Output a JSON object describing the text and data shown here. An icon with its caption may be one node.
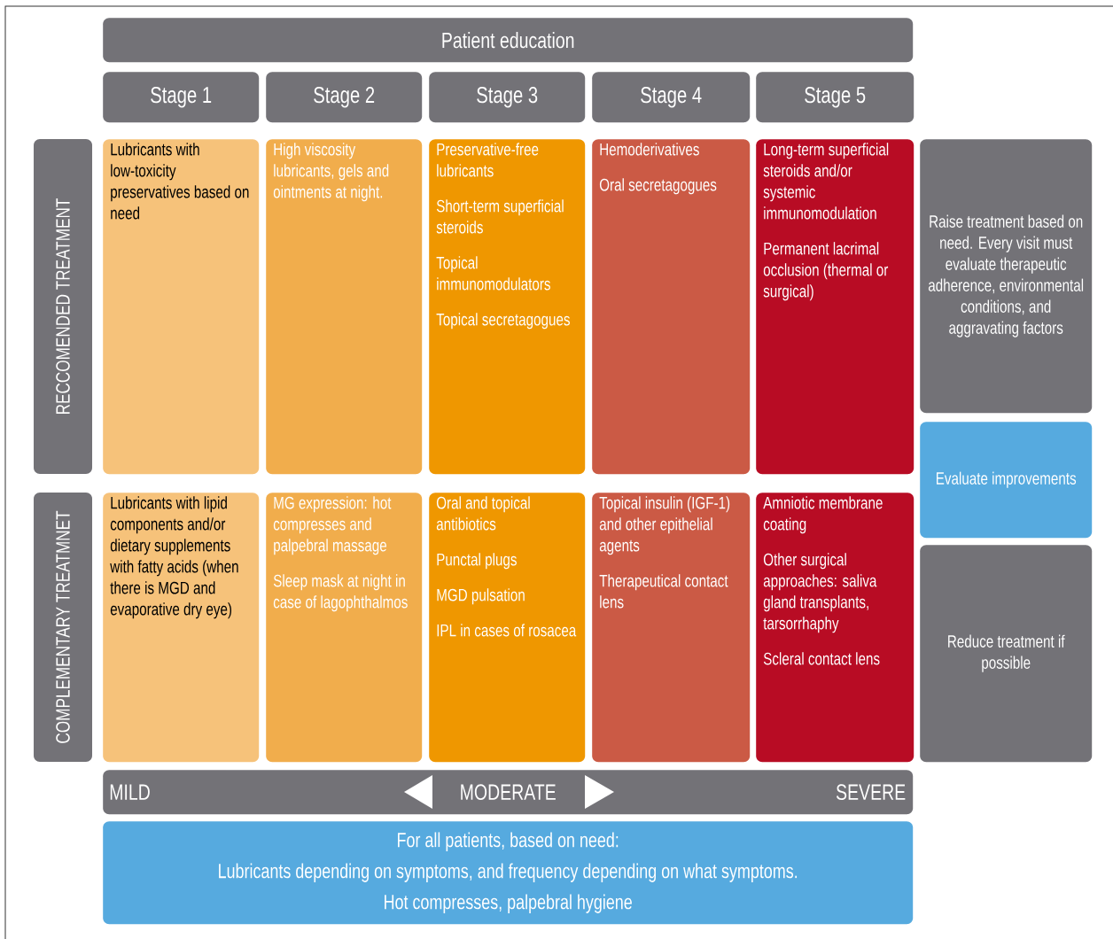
{
  "diagram": {
    "nodes": [
      {
        "text": [
          "Patient education"
        ]
      },
      {
        "text": [
          "Stage 1"
        ]
      },
      {
        "text": [
          "Stage 2"
        ]
      },
      {
        "text": [
          "Stage 3"
        ]
      },
      {
        "text": [
          "Stage 4"
        ]
      },
      {
        "text": [
          "Stage 5"
        ]
      },
      {
        "text": [
          "RECCOMENDED TREATMENT"
        ]
      },
      {
        "text": [
          "Lubricants with low-toxicity preservatives based on need"
        ]
      },
      {
        "text": [
          "High viscosity lubricants, gels and ointments at night."
        ]
      },
      {
        "text": [
          "Preservative-free lubricants",
          "Short-term superficial steroids",
          "Topical immunomodulators",
          "Topical secretagogues"
        ]
      },
      {
        "text": [
          "Hemoderivatives",
          "Oral secretagogues"
        ]
      },
      {
        "text": [
          "Long-term superficial steroids and/or systemic immunomodulation",
          "Permanent lacrimal occlusion (thermal or surgical)"
        ]
      },
      {
        "text": [
          "Raise treatment based on need. Every visit must evaluate therapeutic adherence, environmental conditions, and aggravating factors"
        ]
      },
      {
        "text": [
          "Evaluate improvements"
        ]
      },
      {
        "text": [
          "COMPLEMENTARY TREATMNET"
        ]
      },
      {
        "text": [
          "Lubricants with lipid components and/or dietary supplements with fatty acids (when there is MGD and evaporative dry eye)"
        ]
      },
      {
        "text": [
          "MG expression: hot compresses and palpebral massage",
          "Sleep mask at night in case of lagophthalmos"
        ]
      },
      {
        "text": [
          "Oral and topical antibiotics",
          "Punctal plugs",
          "MGD pulsation",
          "IPL in cases of rosacea"
        ]
      },
      {
        "text": [
          "Topical insulin (IGF-1) and other epithelial agents",
          "Therapeutical contact lens"
        ]
      },
      {
        "text": [
          "Amniotic membrane coating",
          "Other surgical approaches: saliva gland transplants, tarsorrhaphy",
          "Scleral contact lens"
        ]
      },
      {
        "text": [
          "Reduce treatment if possible"
        ]
      },
      {
        "text": [
          "MILD",
          "MODERATE",
          "SEVERE"
        ]
      },
      {
        "text": [
          "For all patients, based on need:",
          "Lubricants depending on symptoms, and frequency depending on what symptoms.",
          "Hot compresses, palpebral hygiene"
        ]
      }
    ]
  }
}
